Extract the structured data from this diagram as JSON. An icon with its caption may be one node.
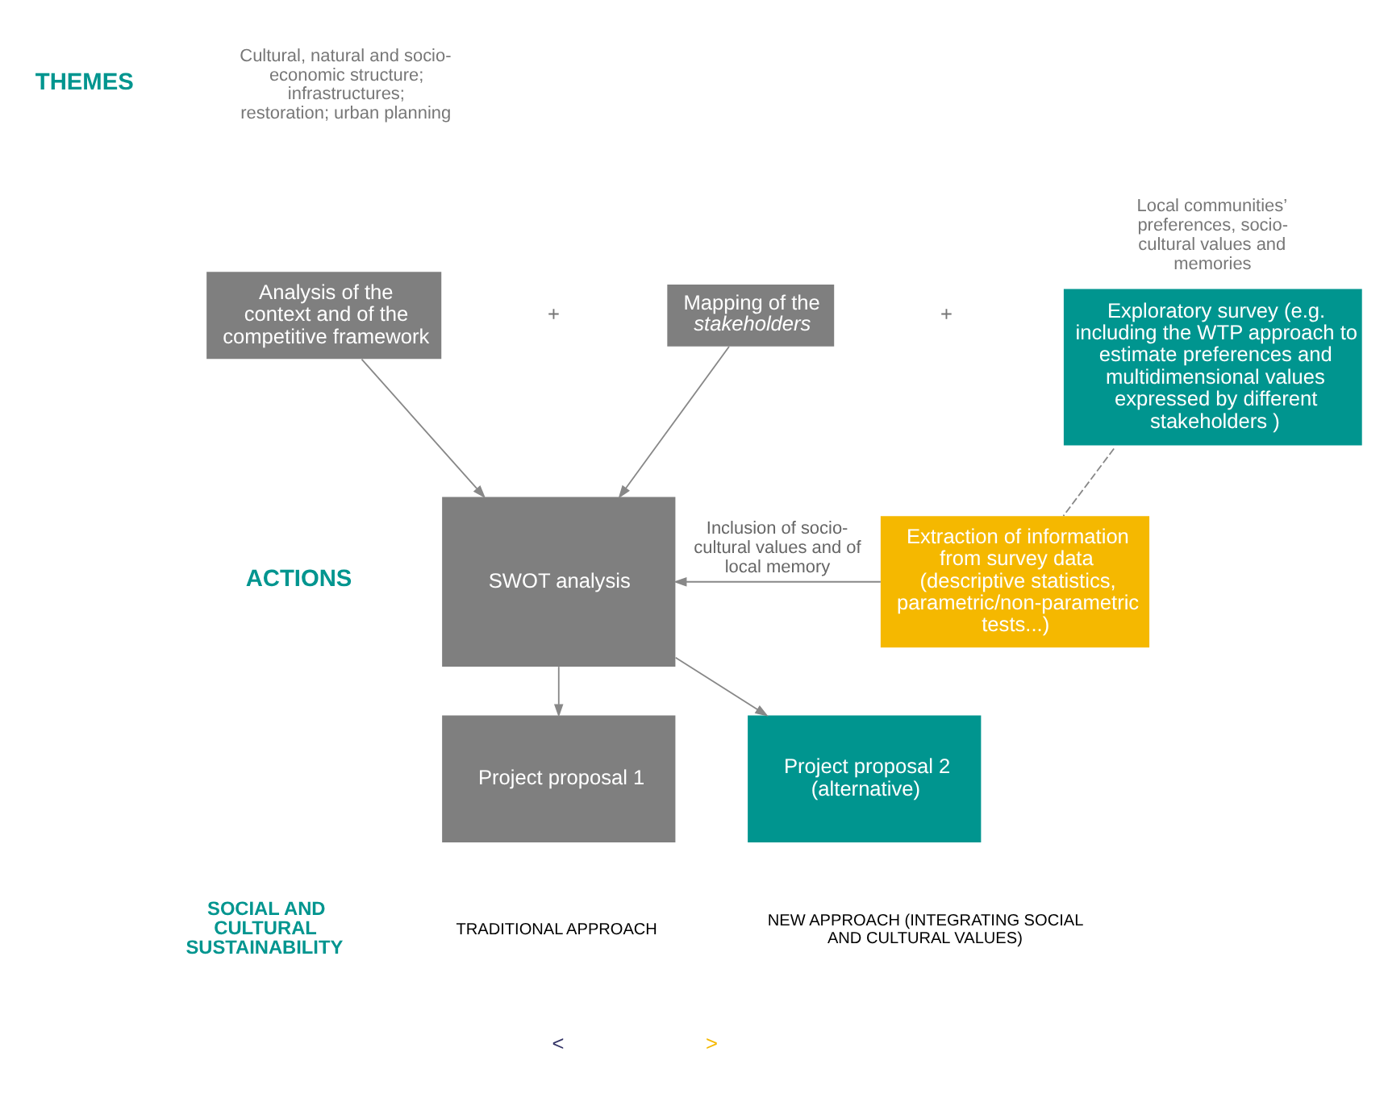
{
  "diagram": {
    "nodes": [
      {
        "text": [
          "Analysis of the context and of the competitive framework"
        ]
      },
      {
        "text": [
          "Mapping of the *stakeholders*"
        ]
      },
      {
        "text": [
          "Exploratory survey (e.g. including the WTP approach to estimate preferences and multidimensional values expressed by different stakeholders )"
        ],
        "beside": [
          "Local communities’ preferences, socio-cultural values and memories"
        ]
      },
      {
        "text": [
          "SWOT analysis"
        ]
      },
      {
        "text": [
          "Extraction of information from survey data (descriptive statistics, parametric/non-parametric tests...)"
        ]
      },
      {
        "text": [
          "Project proposal 1"
        ]
      },
      {
        "text": [
          "Project proposal 2 (alternative)"
        ]
      }
    ],
    "edges": [
      {
        "from": 0,
        "to": 3,
        "arrow": "to"
      },
      {
        "from": 1,
        "to": 3,
        "arrow": "to"
      },
      {
        "from": 2,
        "to": 4,
        "arrow": "none",
        "style": "dashed"
      },
      {
        "from": 4,
        "to": 3,
        "arrow": "to",
        "label": "Inclusion of socio-cultural values and of local memory"
      },
      {
        "from": 3,
        "to": 5,
        "arrow": "to"
      },
      {
        "from": 3,
        "to": 6,
        "arrow": "to"
      }
    ],
    "labels": [
      "THEMES",
      "Cultural, natural and socio-economic structure; infrastructures; restoration; urban planning",
      "ACTIONS",
      "+",
      "+",
      "SOCIAL AND CULTURAL SUSTAINABILITY",
      "TRADITIONAL APPROACH",
      "NEW APPROACH (INTEGRATING SOCIAL AND CULTURAL VALUES)",
      "<",
      ">"
    ]
  }
}
